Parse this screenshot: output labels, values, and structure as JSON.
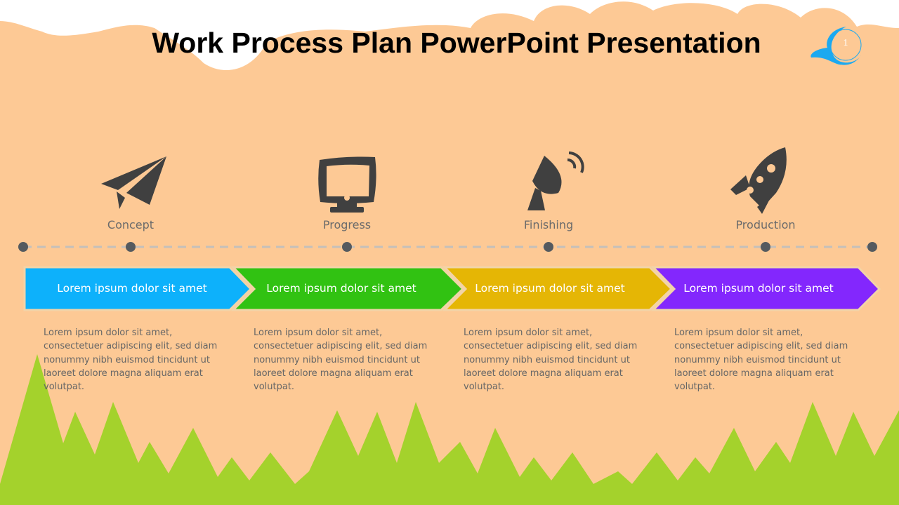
{
  "title": "Work Process Plan PowerPoint Presentation",
  "slide_number": "1",
  "colors": {
    "background": "#fdc995",
    "blue": "#0db1fb",
    "green": "#31c212",
    "yellow": "#e5b605",
    "purple": "#8327fd",
    "grass": "#a4d22c",
    "icon": "#404040"
  },
  "stages": [
    {
      "label": "Concept",
      "icon": "paper-plane-icon",
      "banner": "Lorem ipsum dolor sit amet",
      "description": "Lorem ipsum dolor sit amet, consectetuer adipiscing elit, sed diam nonummy nibh euismod tincidunt ut laoreet dolore magna aliquam erat volutpat."
    },
    {
      "label": "Progress",
      "icon": "monitor-icon",
      "banner": "Lorem ipsum dolor sit amet",
      "description": "Lorem ipsum dolor sit amet, consectetuer adipiscing elit, sed diam nonummy nibh euismod tincidunt ut laoreet dolore magna aliquam erat volutpat."
    },
    {
      "label": "Finishing",
      "icon": "satellite-dish-icon",
      "banner": "Lorem ipsum dolor sit amet",
      "description": "Lorem ipsum dolor sit amet, consectetuer adipiscing elit, sed diam nonummy nibh euismod tincidunt ut laoreet dolore magna aliquam erat volutpat."
    },
    {
      "label": "Production",
      "icon": "rocket-icon",
      "banner": "Lorem ipsum dolor sit amet",
      "description": "Lorem ipsum dolor sit amet, consectetuer adipiscing elit, sed diam nonummy nibh euismod tincidunt ut laoreet dolore magna aliquam erat volutpat."
    }
  ]
}
